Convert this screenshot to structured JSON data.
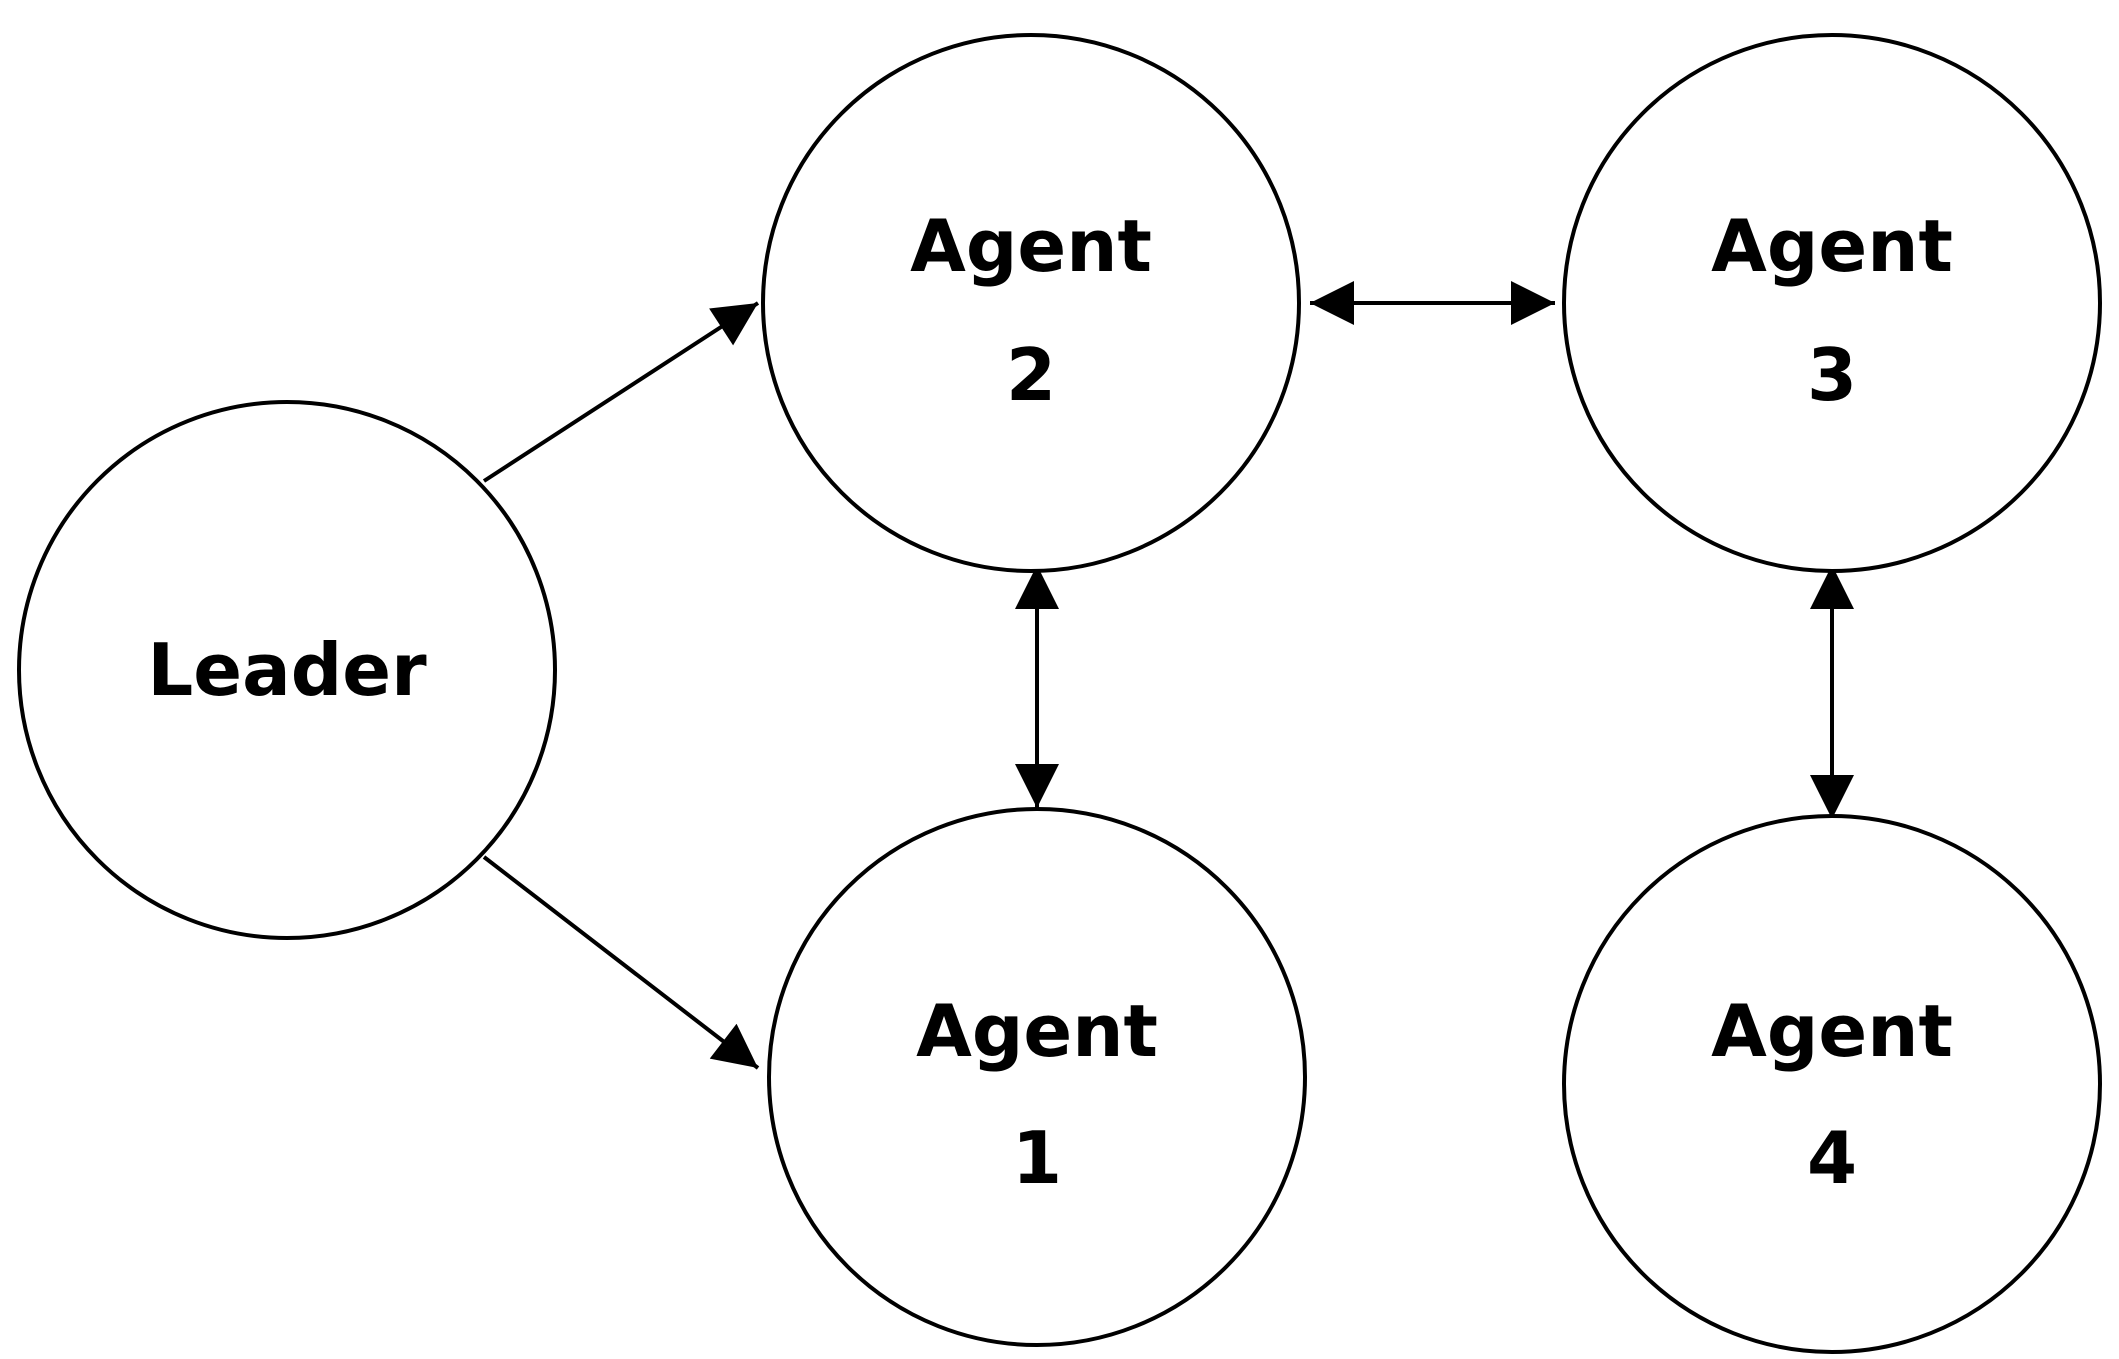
{
  "diagram": {
    "nodes": {
      "leader": {
        "lines": [
          "Leader"
        ]
      },
      "agent2": {
        "lines": [
          "Agent",
          "2"
        ]
      },
      "agent3": {
        "lines": [
          "Agent",
          "3"
        ]
      },
      "agent1": {
        "lines": [
          "Agent",
          "1"
        ]
      },
      "agent4": {
        "lines": [
          "Agent",
          "4"
        ]
      }
    },
    "edges": [
      {
        "from": "leader",
        "to": "agent2",
        "direction": "forward"
      },
      {
        "from": "leader",
        "to": "agent1",
        "direction": "forward"
      },
      {
        "from": "agent2",
        "to": "agent3",
        "direction": "both"
      },
      {
        "from": "agent2",
        "to": "agent1",
        "direction": "both"
      },
      {
        "from": "agent3",
        "to": "agent4",
        "direction": "both"
      }
    ],
    "colors": {
      "stroke": "#000000",
      "fill": "#ffffff",
      "text": "#000000"
    }
  }
}
